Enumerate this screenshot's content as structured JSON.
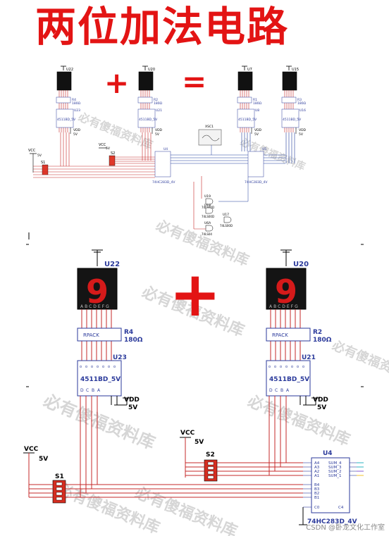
{
  "title": "两位加法电路",
  "watermark": "必有傻福资料库",
  "footer": "CSDN @卧龙文化工作室",
  "colors": {
    "title_red": "#e31414",
    "wire_red": "#c62828",
    "wire_blue": "#1e3c9a",
    "schematic_blue": "#2b3a9b"
  },
  "top": {
    "plus": "+",
    "equals": "=",
    "displays": [
      {
        "ref": "U22",
        "res": "R4",
        "ohm": "180Ω",
        "dec": "U23",
        "dec_part": "4511BD_5V",
        "vdd": "VDD",
        "v": "5V"
      },
      {
        "ref": "U20",
        "res": "R2",
        "ohm": "180Ω",
        "dec": "U21",
        "dec_part": "4511BD_5V",
        "vdd": "VDD",
        "v": "5V"
      },
      {
        "ref": "U7",
        "res": "R1",
        "ohm": "180Ω",
        "dec": "U8",
        "dec_part": "4511BD_5V",
        "vdd": "VDD",
        "v": "5V"
      },
      {
        "ref": "U15",
        "res": "R3",
        "ohm": "180Ω",
        "dec": "U16",
        "dec_part": "4511BD_5V",
        "vdd": "VDD",
        "v": "5V"
      }
    ],
    "vcc1": "VCC",
    "vcc1_v": "5V",
    "s1": "S1",
    "vcc2": "VCC",
    "vcc2_v": "5V",
    "s2": "S2",
    "adder1": "U4",
    "adder1_part": "74HC283D_4V",
    "adder2": "U5",
    "adder2_part": "74HC283D_4V",
    "scope": "XSC1",
    "gates": [
      "U19",
      "U18",
      "U17",
      "U6A"
    ],
    "gate_parts": [
      "74LS00D",
      "74LS00D",
      "74LS00D",
      "74LS04"
    ]
  },
  "bottom": {
    "plus": "+",
    "digit_left": "9",
    "digit_right": "9",
    "seg_labels": "ABCDEFG",
    "disp_left": "U22",
    "disp_right": "U20",
    "rpack": "RPACK",
    "r_left": "R4",
    "r_right": "R2",
    "ohm": "180Ω",
    "dec_left": "U23",
    "dec_right": "U21",
    "dec_part": "4511BD_5V",
    "vdd": "VDD",
    "vdd_v": "5V",
    "vcc_left": "VCC",
    "vcc_left_v": "5V",
    "s1": "S1",
    "vcc_right": "VCC",
    "vcc_right_v": "5V",
    "s2": "S2",
    "adder": "U4",
    "adder_part": "74HC283D_4V",
    "pins_left": [
      "A4",
      "A3",
      "A2",
      "A1",
      "B4",
      "B3",
      "B2",
      "B1",
      "C0"
    ],
    "pins_right": [
      "SUM_4",
      "SUM_3",
      "SUM_2",
      "SUM_1",
      "C4"
    ],
    "dec_pins": [
      "D",
      "C",
      "B",
      "A"
    ]
  }
}
